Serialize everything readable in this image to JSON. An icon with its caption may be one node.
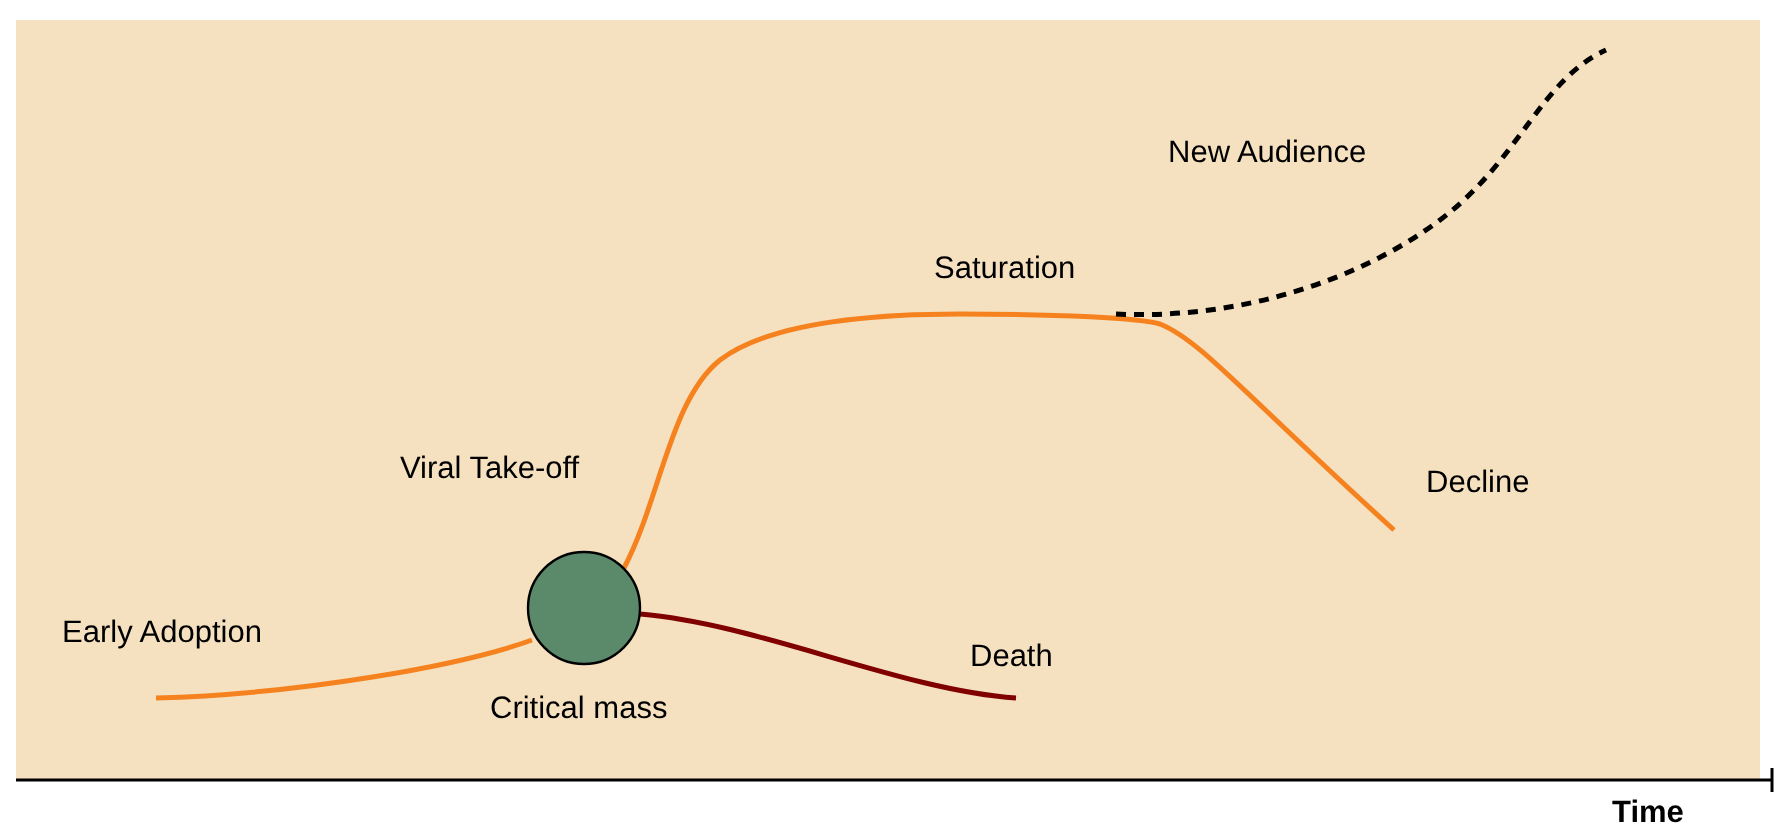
{
  "diagram": {
    "labels": [
      "New Audience",
      "Saturation",
      "Viral Take-off",
      "Decline",
      "Early Adoption",
      "Death",
      "Critical mass",
      "Time"
    ]
  }
}
